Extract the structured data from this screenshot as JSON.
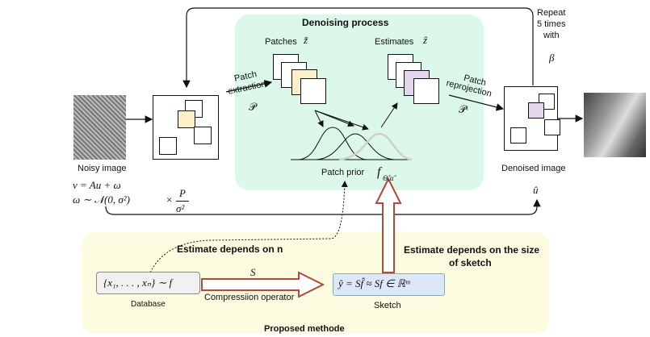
{
  "denoising": {
    "title": "Denoising process",
    "patches_label": "Patches",
    "patches_symbol": "z̃",
    "estimates_label": "Estimates",
    "estimates_symbol": "ẑ",
    "patch_extraction_line1": "Patch",
    "patch_extraction_line2": "extraction",
    "patch_extraction_symbol": "𝒫",
    "patch_reprojection_line1": "Patch",
    "patch_reprojection_line2": "reprojection",
    "patch_reprojection_symbol": "𝒫ᵗ",
    "patch_prior_label": "Patch prior",
    "prior_symbol": "f",
    "prior_subscript": "Θ̂,α̂"
  },
  "repeat": {
    "line1": "Repeat",
    "line2": "5 times",
    "line3": "with",
    "symbol": "β"
  },
  "noisy": {
    "label": "Noisy image",
    "eq1": "v = Au + ω",
    "eq2": "ω ∼ 𝒩(0, σ²)",
    "scale_prefix": "×",
    "scale_num": "P",
    "scale_den": "σ²"
  },
  "denoised": {
    "label": "Denoised image",
    "symbol": "û"
  },
  "proposed": {
    "title": "Proposed methode",
    "depends_n": "Estimate depends on n",
    "depends_size_line1": "Estimate depends on the size",
    "depends_size_line2": "of sketch",
    "database_formula": "{x₁, . . . , xₙ} ∼ f",
    "database_label": "Database",
    "operator_symbol": "S",
    "operator_label": "Compressiion operator",
    "sketch_formula": "ŷ = Sf̂ ≈ Sf ∈ ℝᵐ",
    "sketch_label": "Sketch"
  },
  "colors": {
    "green_panel": "#dbf8ea",
    "yellow_panel": "#fefce0",
    "patch_highlight": "#fdf0c8",
    "estimate_highlight": "#e4d4ec",
    "sketch_fill": "#dce8fa",
    "big_arrow": "#b04a3a"
  }
}
